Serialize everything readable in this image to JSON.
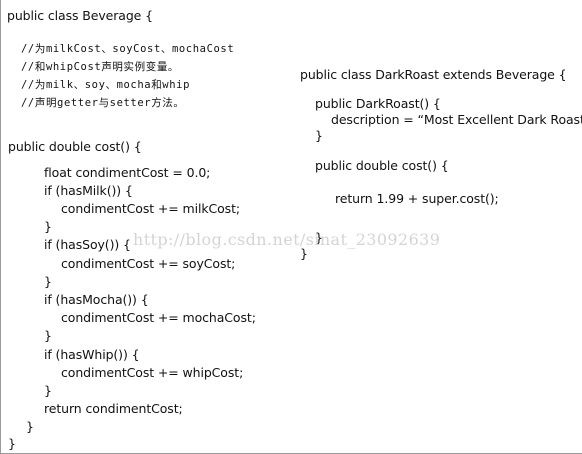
{
  "left_code": {
    "class_decl": "public class Beverage {",
    "comments": [
      "//为milkCost、soyCost、mochaCost",
      "//和whipCost声明实例变量。",
      "//为milk、soy、mocha和whip",
      "//声明getter与setter方法。"
    ],
    "method_decl": "public double cost() {",
    "body": [
      "float condimentCost = 0.0;",
      "if (hasMilk()) {",
      "condimentCost += milkCost;",
      "}",
      "if (hasSoy()) {",
      "condimentCost += soyCost;",
      "}",
      "if (hasMocha()) {",
      "condimentCost += mochaCost;",
      "}",
      "if (hasWhip()) {",
      "condimentCost += whipCost;",
      "}",
      "return condimentCost;"
    ],
    "method_close": "}",
    "class_close": "}"
  },
  "right_code": {
    "class_decl": "public class DarkRoast extends Beverage {",
    "ctor_decl": "public DarkRoast() {",
    "ctor_body": "description = “Most Excellent Dark Roast”;",
    "ctor_close": "}",
    "method_decl": "public double cost() {",
    "method_body": "return 1.99 + super.cost();",
    "method_close": "}",
    "class_close": "}"
  },
  "watermark": "http://blog.csdn.net/sinat_23092639"
}
